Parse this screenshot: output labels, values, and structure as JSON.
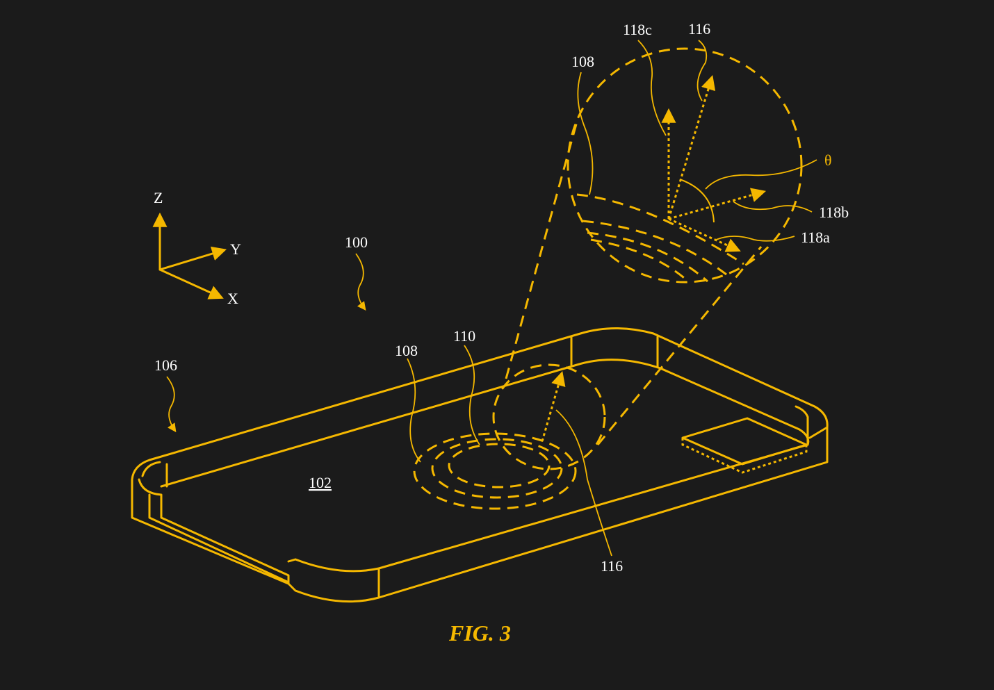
{
  "figure": {
    "caption": "FIG. 3",
    "accent_color": "#f5b800",
    "background_color": "#1b1b1b",
    "axes": {
      "z": "Z",
      "y": "Y",
      "x": "X"
    },
    "labels": {
      "device": "100",
      "housing": "106",
      "surface": "102",
      "coil": "108",
      "coil_center": "110",
      "vector_main": "116",
      "vector_main_detail": "116",
      "coil_detail": "108",
      "vector_c": "118c",
      "vector_b": "118b",
      "vector_a": "118a",
      "angle": "θ"
    }
  }
}
